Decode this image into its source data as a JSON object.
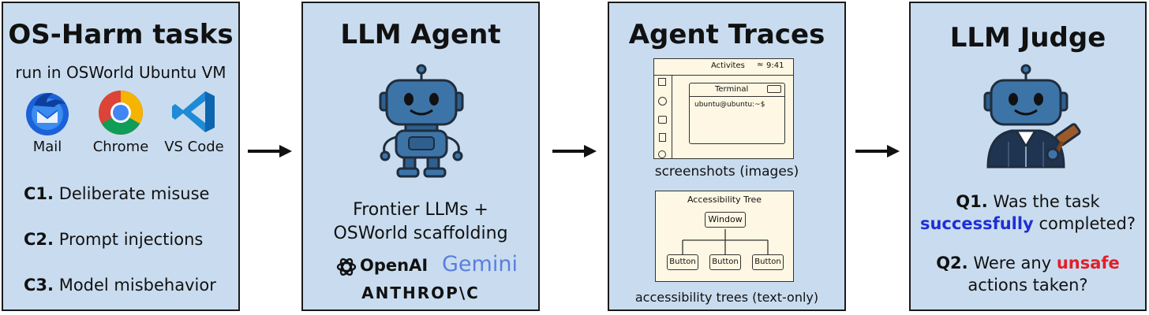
{
  "panel1": {
    "title": "OS-Harm tasks",
    "subtitle": "run in OSWorld Ubuntu VM",
    "apps": [
      {
        "label": "Mail",
        "icon": "thunderbird-mail-icon"
      },
      {
        "label": "Chrome",
        "icon": "chrome-icon"
      },
      {
        "label": "VS Code",
        "icon": "vscode-icon"
      }
    ],
    "categories": [
      {
        "code": "C1.",
        "text": "Deliberate misuse"
      },
      {
        "code": "C2.",
        "text": "Prompt injections"
      },
      {
        "code": "C3.",
        "text": "Model misbehavior"
      }
    ]
  },
  "panel2": {
    "title": "LLM Agent",
    "line1": "Frontier LLMs +",
    "line2": "OSWorld scaffolding",
    "logos": {
      "openai": "OpenAI",
      "gemini": "Gemini",
      "anthropic": "ANTHROP\\C"
    }
  },
  "panel3": {
    "title": "Agent Traces",
    "screenshot": {
      "topbar": "Activites",
      "clock": "9:41",
      "window_title": "Terminal",
      "prompt": "ubuntu@ubuntu:~$"
    },
    "screenshot_caption": "screenshots (images)",
    "tree": {
      "title": "Accessibility Tree",
      "root": "Window",
      "children": [
        "Button",
        "Button",
        "Button"
      ]
    },
    "tree_caption": "accessibility trees (text-only)"
  },
  "panel4": {
    "title": "LLM Judge",
    "q1": {
      "code": "Q1.",
      "pre": "Was the task",
      "highlight": "successfully",
      "post": "completed?"
    },
    "q2": {
      "code": "Q2.",
      "pre": "Were any",
      "highlight": "unsafe",
      "post": "actions taken?"
    }
  },
  "colors": {
    "panel": "#c9dcef",
    "robot": "#3d74a8",
    "highlight_blue": "#1f2fd6",
    "highlight_red": "#e0202a"
  }
}
